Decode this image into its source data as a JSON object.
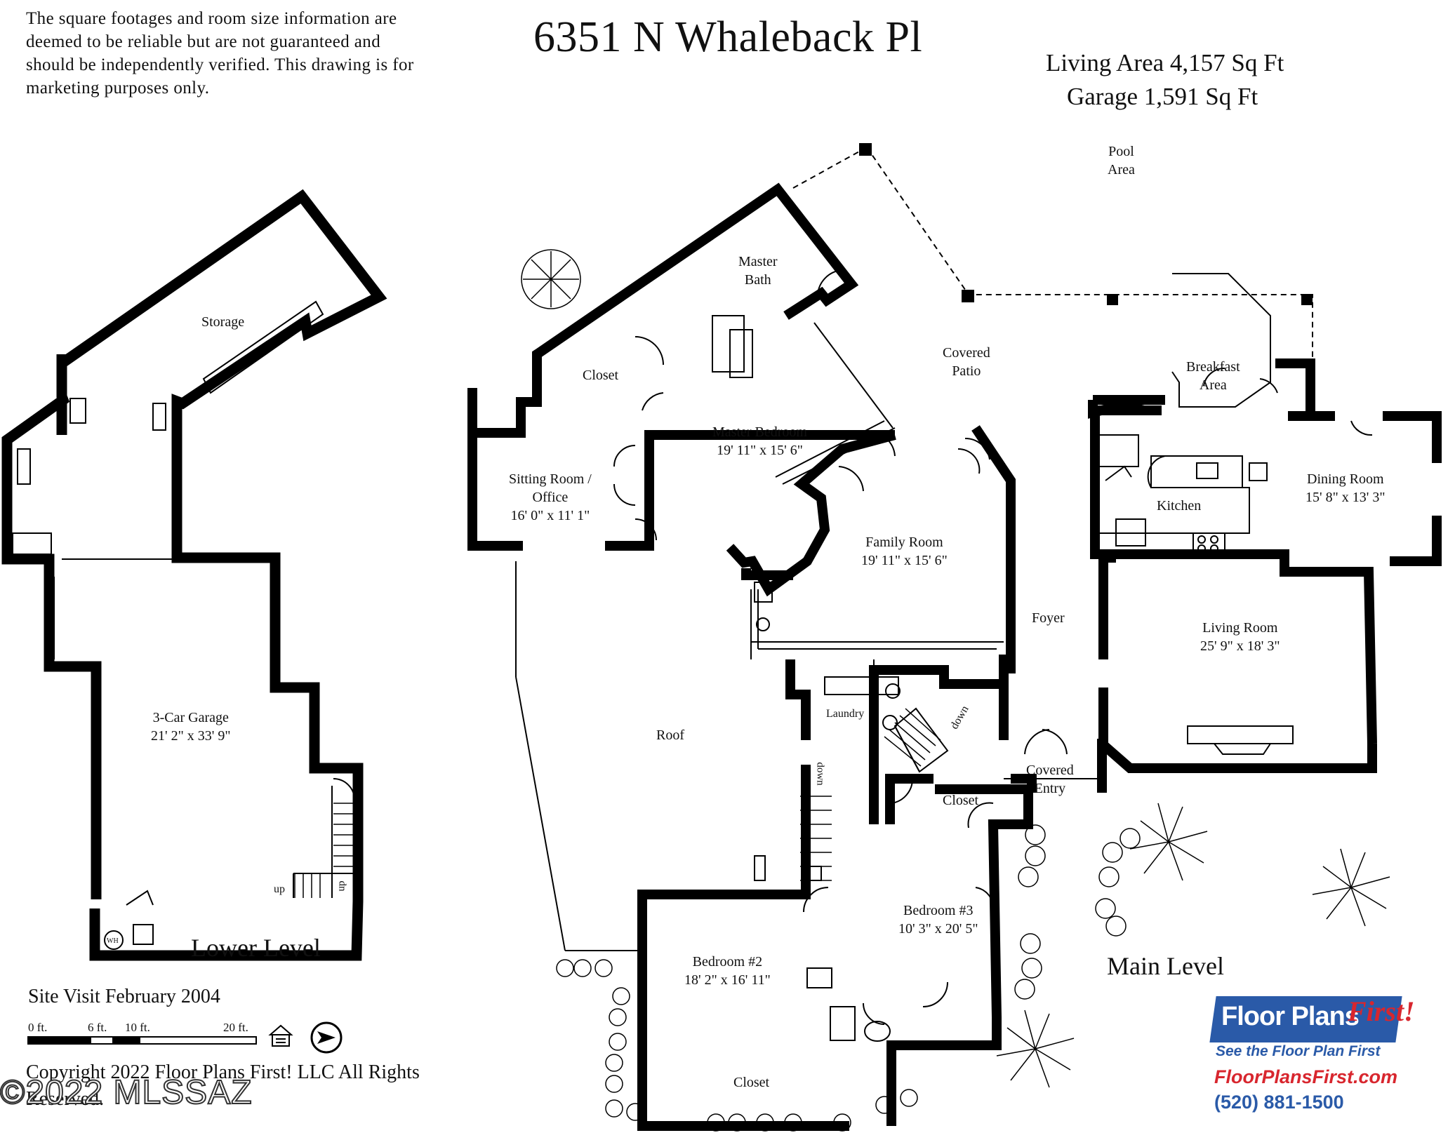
{
  "disclaimer": "The square footages and room size information are deemed to be reliable but are not guaranteed and should be independently verified. This drawing is for marketing purposes only.",
  "title": "6351 N Whaleback Pl",
  "areas": {
    "living": "Living Area 4,157 Sq Ft",
    "garage": "Garage  1,591 Sq Ft"
  },
  "rooms": {
    "pool_area": [
      "Pool",
      "Area"
    ],
    "storage": "Storage",
    "master_bath": [
      "Master",
      "Bath"
    ],
    "closet_master": "Closet",
    "covered_patio": [
      "Covered",
      "Patio"
    ],
    "breakfast_area": [
      "Breakfast",
      "Area"
    ],
    "master_bedroom": [
      "Master Bedroom",
      "19' 11\" x 15' 6\""
    ],
    "sitting_room": [
      "Sitting Room /",
      "Office",
      "16' 0\" x 11' 1\""
    ],
    "kitchen": "Kitchen",
    "dining_room": [
      "Dining Room",
      "15' 8\" x 13' 3\""
    ],
    "family_room": [
      "Family Room",
      "19' 11\"  x  15' 6\""
    ],
    "foyer": "Foyer",
    "living_room": [
      "Living Room",
      "25' 9\" x 18' 3\""
    ],
    "garage_3car": [
      "3-Car Garage",
      "21' 2\" x 33' 9\""
    ],
    "roof": "Roof",
    "laundry": "Laundry",
    "covered_entry": [
      "Covered",
      "Entry"
    ],
    "closet_hall": "Closet",
    "bedroom3": [
      "Bedroom #3",
      "10' 3\" x 20' 5\""
    ],
    "bedroom2": [
      "Bedroom #2",
      "18' 2\" x 16' 11\""
    ],
    "closet_bed2": "Closet",
    "stairs_down": "down",
    "stairs_down_lower": "down",
    "stairs_up": "up",
    "stairs_dn": "dn",
    "water_heater": "WH"
  },
  "levels": {
    "lower": "Lower Level",
    "main": "Main Level"
  },
  "site_visit": "Site Visit February 2004",
  "scale": {
    "labels": [
      "0 ft.",
      "6 ft.",
      "10 ft.",
      "20 ft."
    ]
  },
  "copyright": "Copyright 2022 Floor Plans First! LLC  All Rights Reserved.",
  "watermark": "©2022 MLSSAZ",
  "brand": {
    "name_main": "Floor Plans",
    "name_accent": "First!",
    "tagline": "See the Floor Plan First",
    "website": "FloorPlansFirst.com",
    "phone": "(520) 881-1500"
  },
  "colors": {
    "wall": "#000000",
    "brand_blue": "#2a5aa8",
    "brand_red": "#d8262e"
  }
}
